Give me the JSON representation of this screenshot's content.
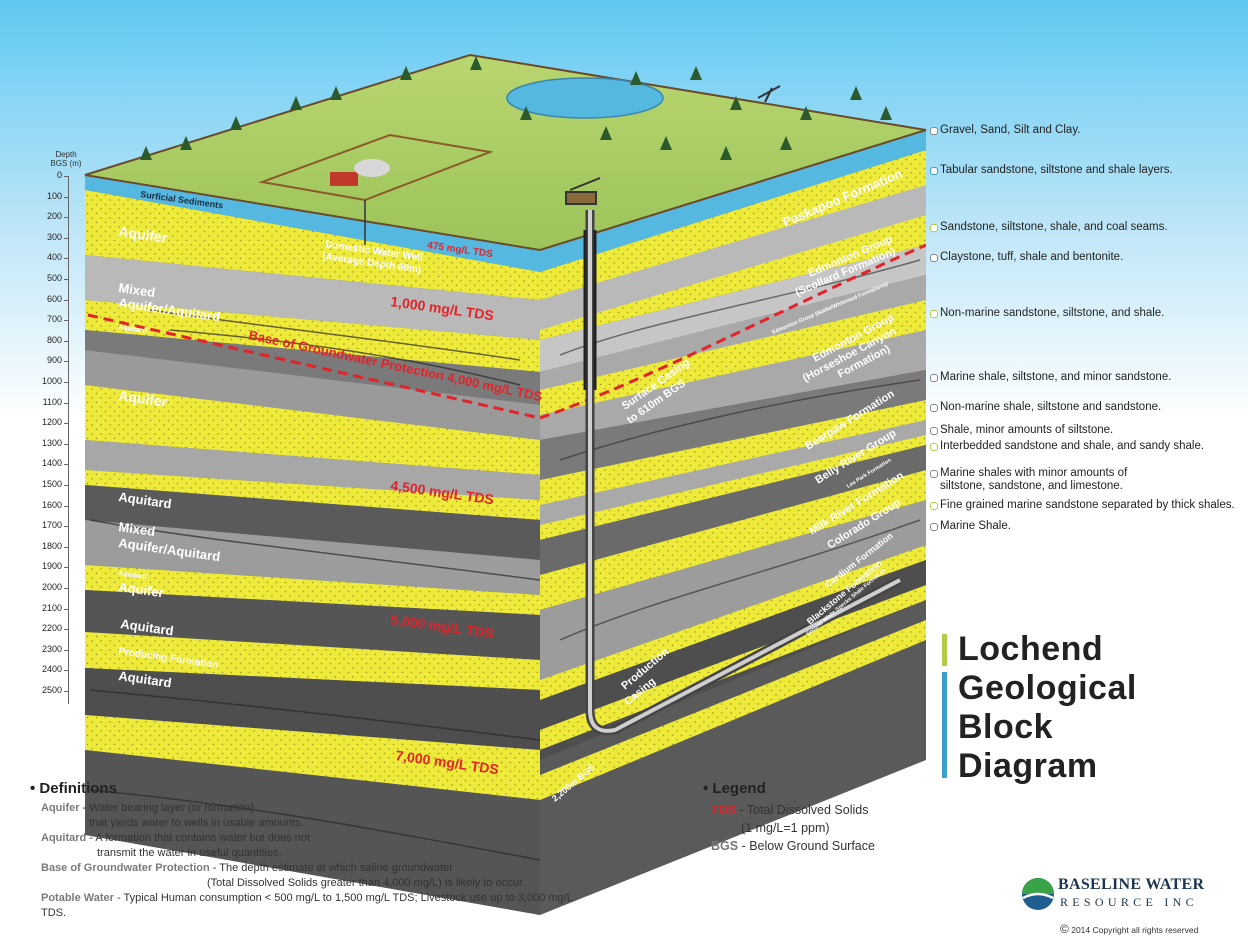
{
  "title": [
    "Lochend",
    "Geological",
    "Block",
    "Diagram"
  ],
  "depth_axis": {
    "label": "Depth BGS (m)",
    "ticks": [
      "0",
      "100",
      "200",
      "300",
      "400",
      "500",
      "600",
      "700",
      "800",
      "900",
      "1000",
      "1100",
      "1200",
      "1300",
      "1400",
      "1500",
      "1600",
      "1700",
      "1800",
      "1900",
      "2000",
      "2100",
      "2200",
      "2300",
      "2400",
      "2500"
    ]
  },
  "front_labels": {
    "surficial": "Surficial Sediments",
    "aquifer_1": "Aquifer",
    "domestic_well_1": "Domestic Water Well",
    "domestic_well_2": "(Average Depth 60m)",
    "tds_475": "475 mg/L TDS",
    "mixed_1_a": "Mixed",
    "mixed_1_b": "Aquifer/Aquitard",
    "tds_1000": "1,000 mg/L TDS",
    "aquitard_small_1": "Aquitard",
    "base_protection": "Base of Groundwater Protection 4,000 mg/L TDS",
    "aquifer_2": "Aquifer",
    "tds_4500": "4,500 mg/L TDS",
    "aquitard_1": "Aquitard",
    "mixed_2_a": "Mixed",
    "mixed_2_b": "Aquifer/Aquitard",
    "aquitard_small_2": "Aquitard",
    "aquifer_3": "Aquifer",
    "aquitard_2": "Aquitard",
    "tds_5000": "5,000 mg/L TDS",
    "producing": "Producing Formation",
    "aquitard_3": "Aquitard",
    "tds_7000": "7,000 mg/L TDS"
  },
  "side_labels": {
    "paskapoo": "Paskapoo Formation",
    "edmonton_scollard_1": "Edmonton Group",
    "edmonton_scollard_2": "(Scollard Formation)",
    "edmonton_battle": "Edmonton Group (Battle/Whitemud Formations)",
    "edmonton_horseshoe_1": "Edmonton Group",
    "edmonton_horseshoe_2": "(Horseshoe Canyon",
    "edmonton_horseshoe_3": "Formation)",
    "surface_casing_1": "Surface Casing",
    "surface_casing_2": "to 610m BGS",
    "bearpaw": "Bearpaw Formation",
    "belly_river": "Belly River Group",
    "lea_park": "Lea Park Formation",
    "milk_river": "Milk River Formation",
    "colorado": "Colorado Group",
    "cardium": "Cardium Formation",
    "blackstone": "Blackstone Formation",
    "second_white": "Second White Specks Shale Formation",
    "production_casing_1": "Production",
    "production_casing_2": "Casing",
    "depth_2200": "2,200m BGS"
  },
  "right_descriptions": [
    "Gravel, Sand, Silt and Clay.",
    "Tabular sandstone, siltstone and shale layers.",
    "Sandstone, siltstone, shale, and coal seams.",
    "Claystone, tuff, shale and bentonite.",
    "Non-marine sandstone, siltstone, and shale.",
    "Marine shale, siltstone, and minor sandstone.",
    "Non-marine shale, siltstone and sandstone.",
    "Shale, minor amounts of siltstone.",
    "Interbedded sandstone and shale, and sandy shale.",
    "Marine shales with minor amounts of",
    "siltstone, sandstone, and limestone.",
    "Fine grained marine sandstone separated by thick shales.",
    "Marine Shale."
  ],
  "definitions": {
    "heading": "Definitions",
    "items": [
      {
        "term": "Aquifer",
        "text1": " - Water bearing layer (or formation)",
        "text2": "that yields water to wells in usable amounts."
      },
      {
        "term": "Aquitard",
        "text1": " - A formation that contains water but does not",
        "text2": "transmit the water in useful quantities."
      },
      {
        "term": "Base of Groundwater Protection",
        "text1": " - The depth estimate at which saline groundwater",
        "text2": "(Total Dissolved Solids greater than 4,000 mg/L) is likely to occur."
      },
      {
        "term": "Potable Water",
        "text1": " - Typical Human consumption < 500 mg/L to 1,500 mg/L TDS; Livestock use up to 3,000 mg/L TDS.",
        "text2": ""
      }
    ]
  },
  "legend": {
    "heading": "Legend",
    "tds_key": "TDS",
    "tds_text": " - Total Dissolved Solids",
    "tds_note": "(1 mg/L=1 ppm)",
    "bgs_key": "BGS",
    "bgs_text": " - Below Ground Surface"
  },
  "logo": {
    "name": "BASELINE WATER",
    "sub": "RESOURCE INC",
    "copyright": "2014 Copyright all rights reserved",
    "copy_symbol": "©"
  },
  "colors": {
    "grass": "#a9cf62",
    "sand_yellow": "#f0ec3c",
    "shale_dark": "#4a4a4a",
    "shale_mid": "#8c8c8c",
    "shale_light": "#b9b9b9",
    "water_blue": "#55b8e0",
    "tds_red": "#e2232a",
    "title_bar_green": "#b3cc47",
    "title_bar_blue": "#3aa0c9"
  }
}
